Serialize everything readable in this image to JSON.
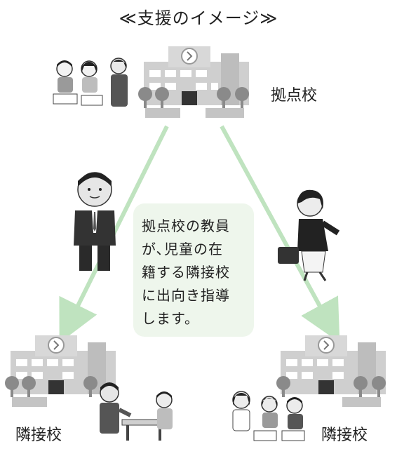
{
  "title": "≪支援のイメージ≫",
  "hub_school": {
    "label": "拠点校"
  },
  "neighbor_school_left": {
    "label": "隣接校"
  },
  "neighbor_school_right": {
    "label": "隣接校"
  },
  "callout": {
    "lines": [
      "拠点校の教員",
      "が､児童の在",
      "籍する隣接校",
      "に出向き指導",
      "します。"
    ]
  },
  "colors": {
    "arrow": "#bfe3bf",
    "callout_bg": "#eef6ec",
    "building": "#cfcfcf",
    "building_dark": "#8a8a8a"
  }
}
